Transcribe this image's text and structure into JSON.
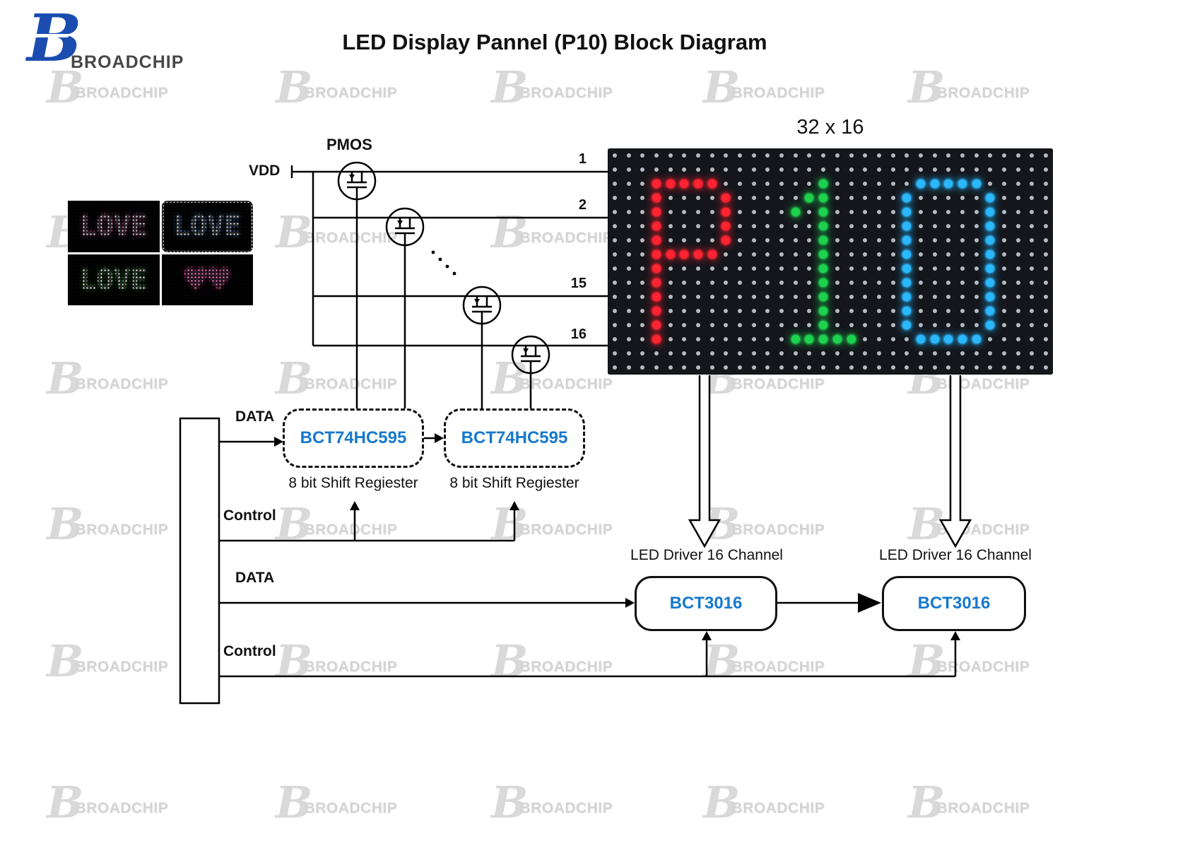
{
  "title": "LED Display Pannel (P10) Block Diagram",
  "logo": {
    "letter": "B",
    "text": "BROADCHIP"
  },
  "watermark": {
    "letter": "B",
    "text": "BROADCHIP"
  },
  "panel": {
    "size_label": "32 x 16",
    "cols": 32,
    "rows": 16,
    "bg": "#14161b",
    "colors": {
      "R": "#ff2433",
      "G": "#1ed24f",
      "B": "#2bb8ff",
      ".": "#c9ccd3"
    },
    "map": [
      "................................",
      "................................",
      "...RRRRR.......G......BBBBB.....",
      "...R....R.....GG.....B.....B....",
      "...R....R....G.G.....B.....B....",
      "...R....R......G.....B.....B....",
      "...R....R......G.....B.....B....",
      "...RRRRR.......G.....B.....B....",
      "...R...........G.....B.....B....",
      "...R...........G.....B.....B....",
      "...R...........G.....B.....B....",
      "...R...........G.....B.....B....",
      "...R...........G.....B.....B....",
      "...R.........GGGGG....BBBBB.....",
      "................................",
      "................................"
    ]
  },
  "mini_panels": [
    {
      "name": "love-pink",
      "text": "LOVE",
      "color": "#ffe6f4",
      "glow": "#ff6fc0"
    },
    {
      "name": "love-blue",
      "text": "LOVE",
      "color": "#e8f4ff",
      "glow": "#4da0ff"
    },
    {
      "name": "love-green",
      "text": "LOVE",
      "color": "#eaffea",
      "glow": "#35d043"
    },
    {
      "name": "hearts",
      "text": "♥♥",
      "color": "#ff8ad2",
      "glow": "#ff2fa8"
    }
  ],
  "labels": {
    "pmos": "PMOS",
    "vdd": "VDD",
    "rows": [
      "1",
      "2",
      "15",
      "16"
    ],
    "data_top": "DATA",
    "control_top": "Control",
    "data_bottom": "DATA",
    "control_bottom": "Control",
    "shift_chip_1": "BCT74HC595",
    "shift_chip_2": "BCT74HC595",
    "shift_caption_1": "8 bit Shift Regiester",
    "shift_caption_2": "8 bit Shift Regiester",
    "driver_chip_1": "BCT3016",
    "driver_chip_2": "BCT3016",
    "driver_caption_1": "LED Driver 16 Channel",
    "driver_caption_2": "LED Driver 16 Channel"
  },
  "colors": {
    "chip_text": "#1779cc",
    "wire": "#000000",
    "watermark": "#d8d8d8"
  }
}
